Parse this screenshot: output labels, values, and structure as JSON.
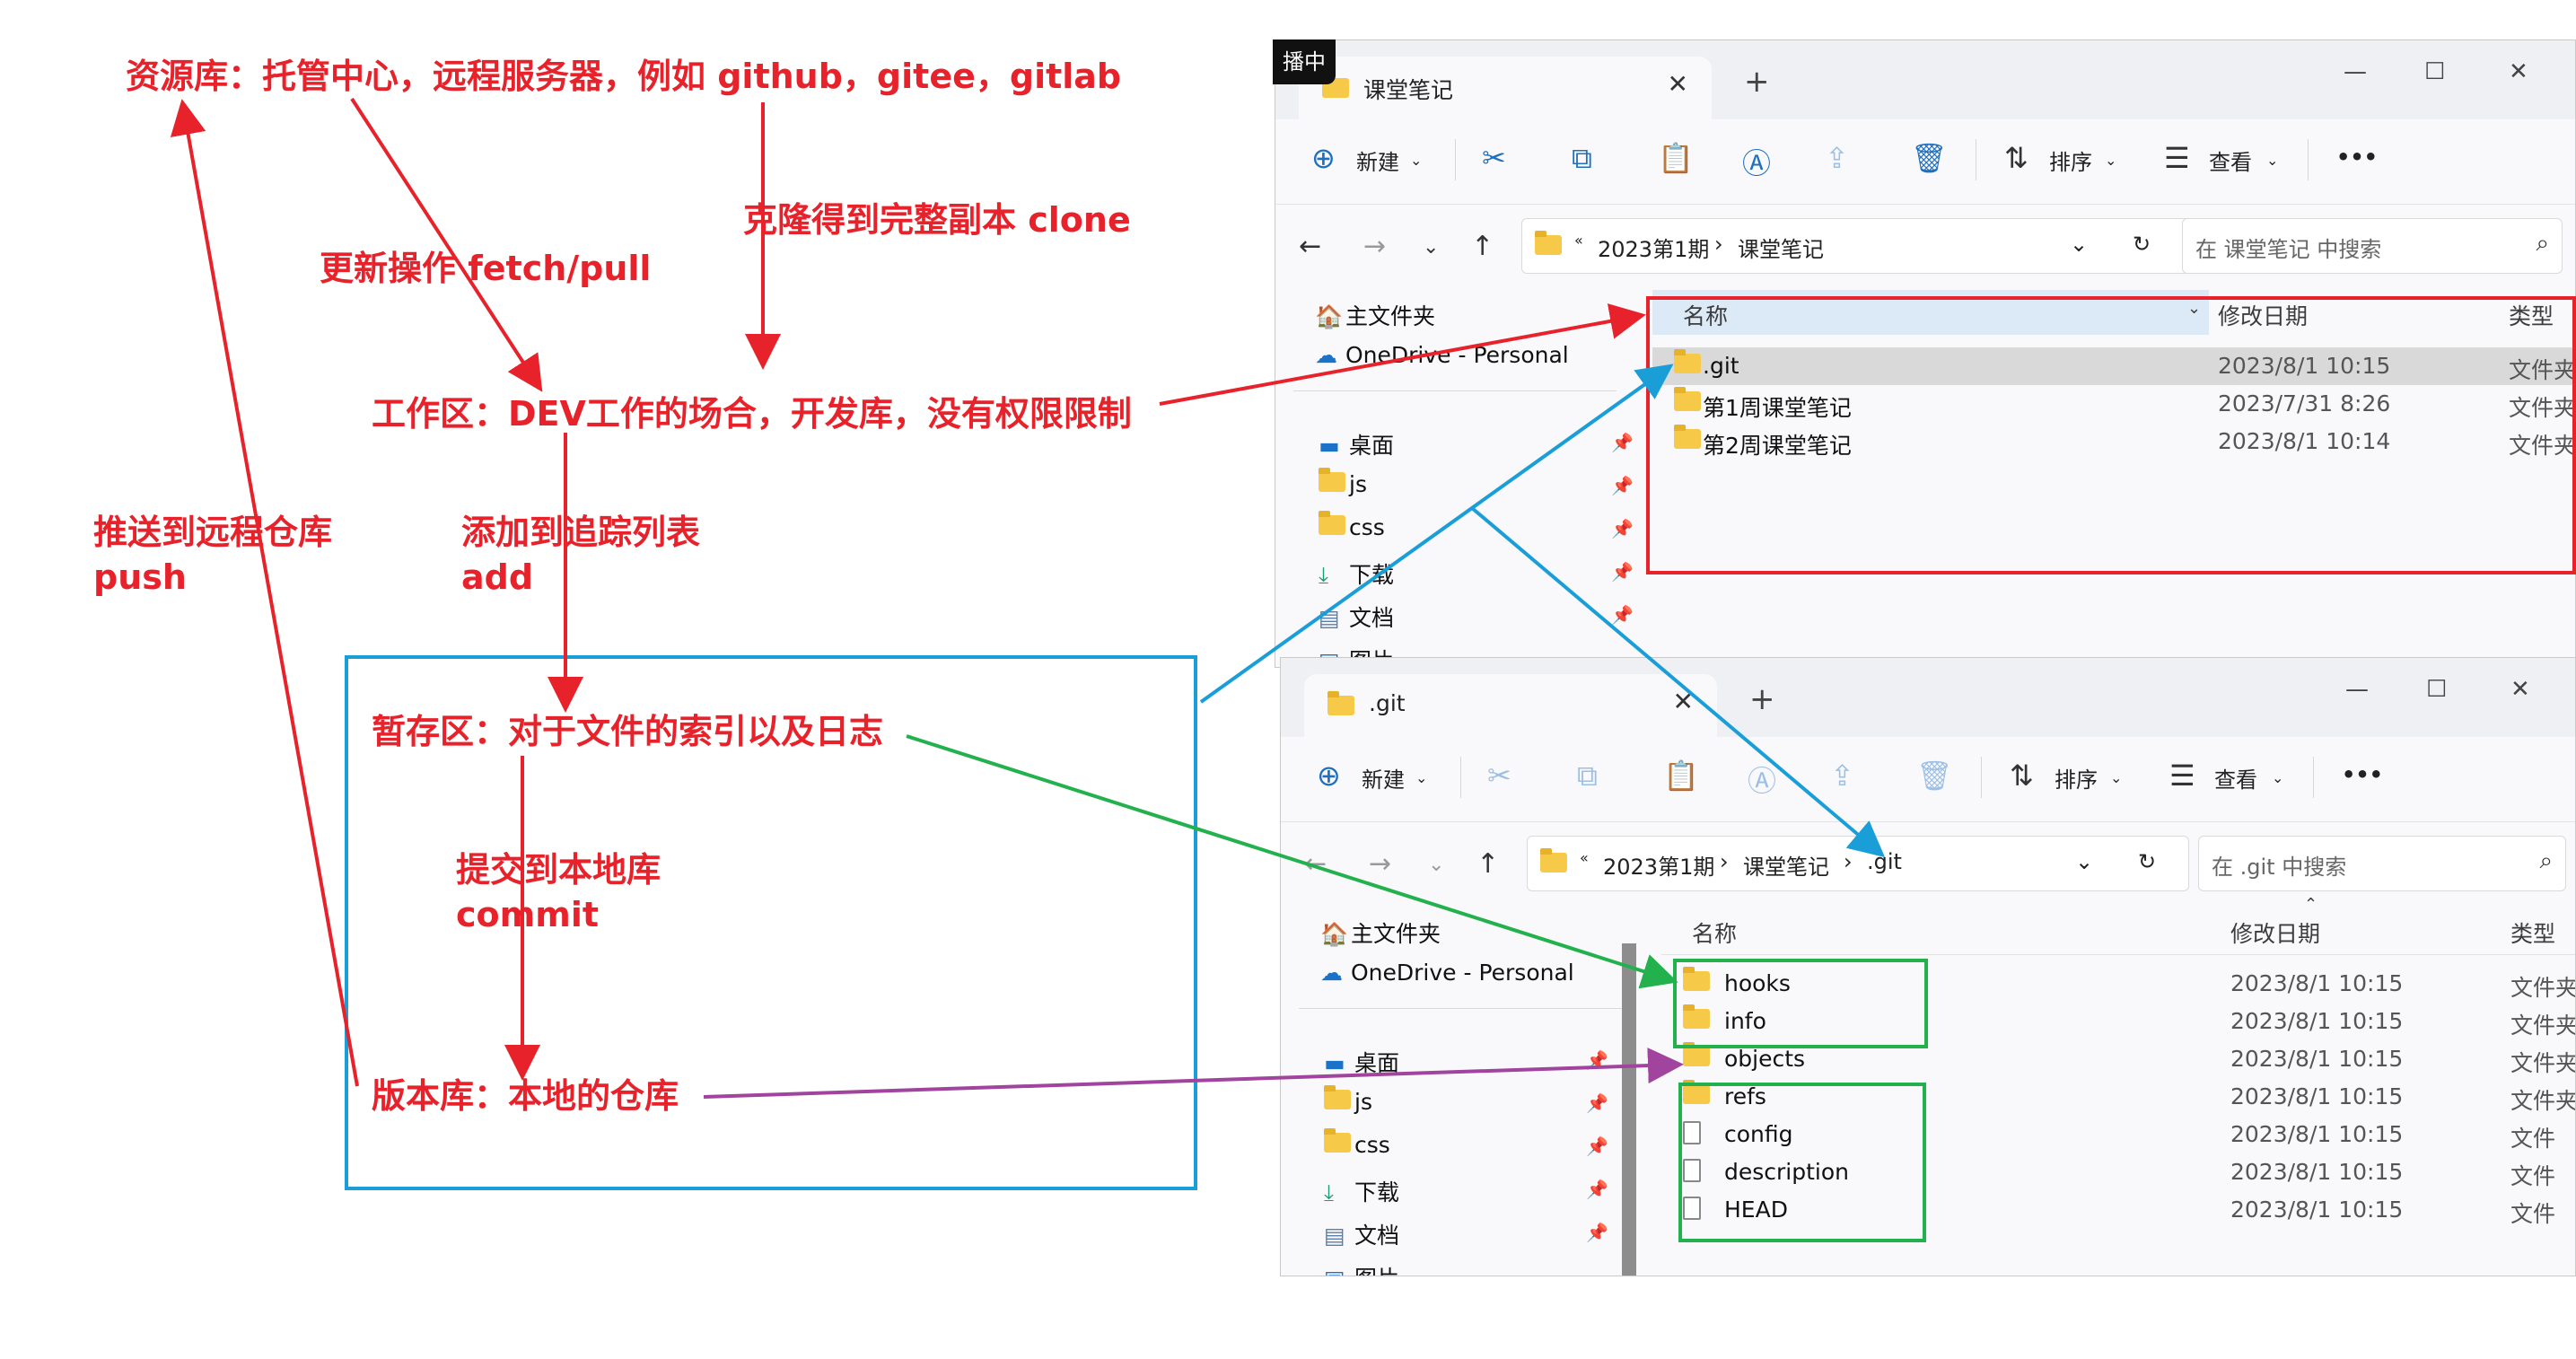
{
  "annotations": {
    "remote": "资源库：托管中心，远程服务器，例如  github，gitee，gitlab",
    "clone": "克隆得到完整副本  clone",
    "update": "更新操作 fetch/pull",
    "workspace": "工作区：DEV工作的场合，开发库，没有权限限制",
    "push_line1": "推送到远程仓库",
    "push_line2": "push",
    "add_line1": "添加到追踪列表",
    "add_line2": "add",
    "staging": "暂存区：对于文件的索引以及日志",
    "commit_line1": "提交到本地库",
    "commit_line2": "commit",
    "repository": "版本库：本地的仓库"
  },
  "colors": {
    "annotation_red": "#e8222b",
    "blue_arrow": "#1a9ed8",
    "green_arrow": "#22b14c",
    "purple_arrow": "#a0449e"
  },
  "badge": "播中",
  "window1": {
    "tab_title": "课堂笔记",
    "toolbar": {
      "new_label": "新建",
      "sort_label": "排序",
      "view_label": "查看",
      "more": "•••"
    },
    "breadcrumb": [
      "2023第1期",
      "课堂笔记"
    ],
    "search_placeholder": "在 课堂笔记 中搜索",
    "sidebar": {
      "home": "主文件夹",
      "onedrive": "OneDrive - Personal",
      "items": [
        "桌面",
        "js",
        "css",
        "下载",
        "文档",
        "图片"
      ]
    },
    "columns": {
      "name": "名称",
      "date": "修改日期",
      "type": "类型"
    },
    "rows": [
      {
        "name": ".git",
        "date": "2023/8/1 10:15",
        "type": "文件夹"
      },
      {
        "name": "第1周课堂笔记",
        "date": "2023/7/31 8:26",
        "type": "文件夹"
      },
      {
        "name": "第2周课堂笔记",
        "date": "2023/8/1 10:14",
        "type": "文件夹"
      }
    ]
  },
  "window2": {
    "tab_title": ".git",
    "toolbar": {
      "new_label": "新建",
      "sort_label": "排序",
      "view_label": "查看",
      "more": "•••"
    },
    "breadcrumb": [
      "2023第1期",
      "课堂笔记",
      ".git"
    ],
    "search_placeholder": "在 .git 中搜索",
    "sidebar": {
      "home": "主文件夹",
      "onedrive": "OneDrive - Personal",
      "items": [
        "桌面",
        "js",
        "css",
        "下载",
        "文档",
        "图片"
      ]
    },
    "columns": {
      "name": "名称",
      "date": "修改日期",
      "type": "类型"
    },
    "rows": [
      {
        "name": "hooks",
        "date": "2023/8/1 10:15",
        "type": "文件夹",
        "kind": "folder"
      },
      {
        "name": "info",
        "date": "2023/8/1 10:15",
        "type": "文件夹",
        "kind": "folder"
      },
      {
        "name": "objects",
        "date": "2023/8/1 10:15",
        "type": "文件夹",
        "kind": "folder"
      },
      {
        "name": "refs",
        "date": "2023/8/1 10:15",
        "type": "文件夹",
        "kind": "folder"
      },
      {
        "name": "config",
        "date": "2023/8/1 10:15",
        "type": "文件",
        "kind": "file"
      },
      {
        "name": "description",
        "date": "2023/8/1 10:15",
        "type": "文件",
        "kind": "file"
      },
      {
        "name": "HEAD",
        "date": "2023/8/1 10:15",
        "type": "文件",
        "kind": "file"
      }
    ]
  }
}
